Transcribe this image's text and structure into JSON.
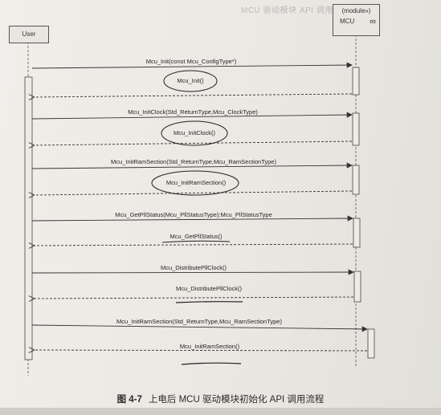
{
  "ghost_header": "MCU 驱动模块 API 调用流程",
  "lifelines": {
    "user": "User",
    "mcu_stereotype": "(module»)",
    "mcu_name": "MCU",
    "mcu_glyph": "∞"
  },
  "messages": [
    {
      "call": "Mcu_Init(const Mcu_ConfigType*)",
      "return": "Mcu_Init()",
      "annotation": "circle"
    },
    {
      "call": "Mcu_InitClock(Std_ReturnType,Mcu_ClockType)",
      "return": "Mcu_InitClock()",
      "annotation": "circle"
    },
    {
      "call": "Mcu_InitRamSection(Std_ReturnType,Mcu_RamSectionType)",
      "return": "Mcu_InitRamSection()",
      "annotation": "circle"
    },
    {
      "call": "Mcu_GetPllStatus(Mcu_PllStatusType):Mcu_PllStatusType",
      "return": "Mcu_GetPllStatus()",
      "annotation": "underline"
    },
    {
      "call": "Mcu_DistributePllClock()",
      "return": "Mcu_DistributePllClock()",
      "annotation": "underline"
    },
    {
      "call": "Mcu_InitRamSection(Std_ReturnType,Mcu_RamSectionType)",
      "return": "Mcu_InitRamSection()",
      "annotation": "underline"
    }
  ],
  "caption": {
    "number": "图 4-7",
    "text": "上电后 MCU 驱动模块初始化 API 调用流程"
  }
}
